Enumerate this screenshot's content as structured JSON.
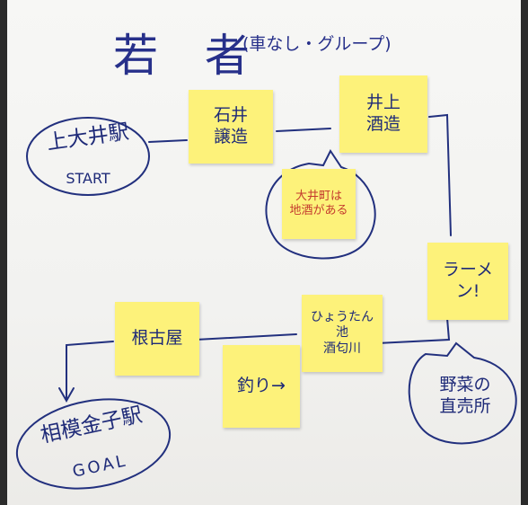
{
  "diagram": {
    "title": "若 者",
    "subtitle": "(車なし・グループ)",
    "start": {
      "name": "上大井駅",
      "label": "START"
    },
    "goal": {
      "name": "相模金子駅",
      "label": "GOAL"
    },
    "notes": {
      "ishii": "石井\n譲造",
      "inoue": "井上\n酒造",
      "oimachi": "大井町は\n地酒がある",
      "ramen": "ラーメン!",
      "yasai": "野菜の\n直売所",
      "hyoutan": "ひょうたん\n池\n酒匂川",
      "tsuri": "釣り→",
      "nekoya": "根古屋"
    }
  }
}
